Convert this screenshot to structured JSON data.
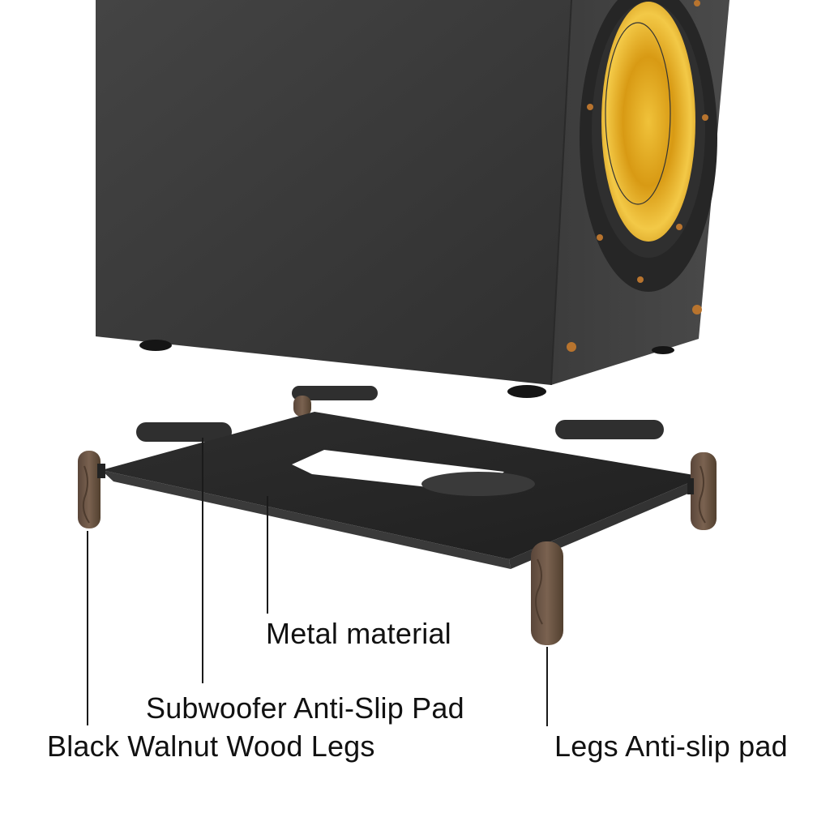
{
  "labels": {
    "metal": "Metal material",
    "subwoofer_pad": "Subwoofer Anti-Slip Pad",
    "wood_legs": "Black Walnut Wood Legs",
    "legs_pad": "Legs Anti-slip pad"
  },
  "colors": {
    "background": "#ffffff",
    "cabinet_front": "#3a3a3a",
    "cabinet_side": "#454545",
    "driver_cone": "#e3a820",
    "walnut": "#6b5443",
    "metal_plate": "#2a2a2a",
    "pad": "#2f2f2f"
  }
}
